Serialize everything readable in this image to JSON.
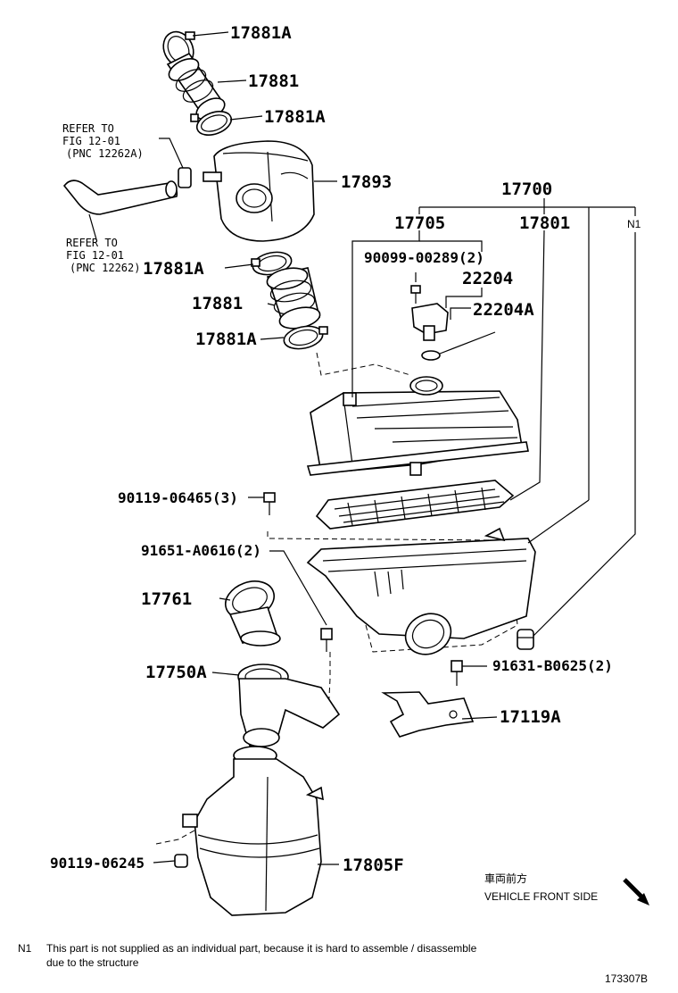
{
  "callouts": {
    "c17881A_top": "17881A",
    "c17881_top": "17881",
    "c17881A_mid": "17881A",
    "c17893": "17893",
    "c17700": "17700",
    "c17705": "17705",
    "c17801": "17801",
    "cN1": "N1",
    "c90099": "90099-00289(2)",
    "c22204": "22204",
    "c22204A": "22204A",
    "c17881A_low1": "17881A",
    "c17881_low": "17881",
    "c17881A_low2": "17881A",
    "c90119_06465": "90119-06465(3)",
    "c91651": "91651-A0616(2)",
    "c17761": "17761",
    "c17750A": "17750A",
    "c91631": "91631-B0625(2)",
    "c17119A": "17119A",
    "c90119_06245": "90119-06245",
    "c17805F": "17805F"
  },
  "refer1": {
    "line1": "REFER TO",
    "line2": "FIG 12-01",
    "line3": "(PNC 12262A)"
  },
  "refer2": {
    "line1": "REFER TO",
    "line2": "FIG 12-01",
    "line3": "(PNC 12262)"
  },
  "direction": {
    "jp": "車両前方",
    "en": "VEHICLE FRONT SIDE"
  },
  "footnote": {
    "marker": "N1",
    "line1": "This part is not supplied as an individual part, because it is hard to assemble / disassemble",
    "line2": "due to the structure"
  },
  "figure_code": "173307B"
}
